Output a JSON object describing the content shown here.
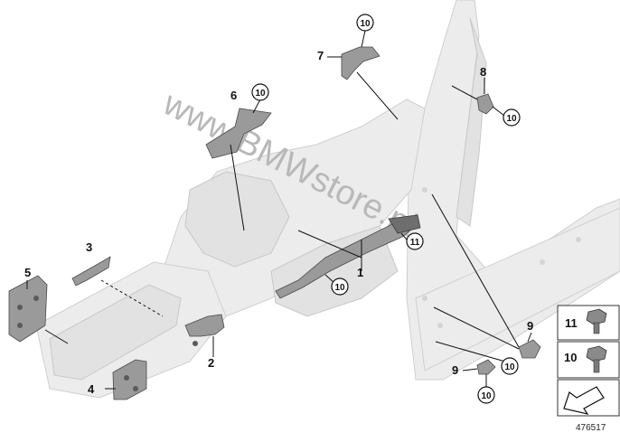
{
  "diagram": {
    "watermark": "www.BMWstore.pl",
    "image_code": "476517",
    "callouts": {
      "p1": "1",
      "p2": "2",
      "p3": "3",
      "p4": "4",
      "p5": "5",
      "p6": "6",
      "p7": "7",
      "p8": "8",
      "p9a": "9",
      "p9b": "9"
    },
    "circle_refs": {
      "c7": "10",
      "c6": "10",
      "c8": "10",
      "c11": "11",
      "c1": "10",
      "c9a": "10",
      "c9b": "10"
    },
    "legend": {
      "item_11": "11",
      "item_10": "10"
    }
  }
}
